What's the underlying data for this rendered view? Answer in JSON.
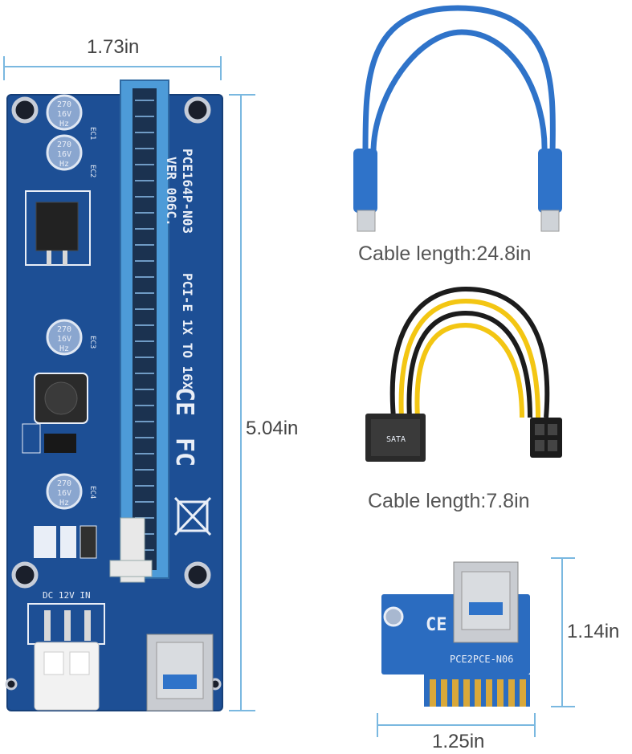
{
  "dimensions": {
    "riser_width": "1.73in",
    "riser_height": "5.04in",
    "adapter_height": "1.14in",
    "adapter_width": "1.25in"
  },
  "captions": {
    "usb_cable": "Cable length:24.8in",
    "power_cable": "Cable length:7.8in"
  },
  "board_markings": {
    "model": "PCE164P-N03",
    "version": "VER 006C.",
    "slot_desc": "PCI-E 1X TO 16X",
    "cap_text_1": "270",
    "cap_text_2": "16V",
    "cap_text_3": "Hz",
    "cap_label_1": "EC1",
    "cap_label_2": "EC2",
    "cap_label_3": "EC3",
    "cap_label_4": "EC4",
    "power_in": "DC 12V IN",
    "ce_mark": "CE",
    "fc_mark": "FC",
    "adapter_model": "PCE2PCE-N06",
    "adapter_ce": "CE",
    "sata_label": "SATA"
  },
  "colors": {
    "pcb_blue": "#1d4f95",
    "slot_blue": "#4d9bd8",
    "usb_blue": "#2f73c9",
    "dimension_line": "#7ab8e0",
    "wire_yellow": "#f3c613",
    "wire_black": "#1c1c1c"
  }
}
